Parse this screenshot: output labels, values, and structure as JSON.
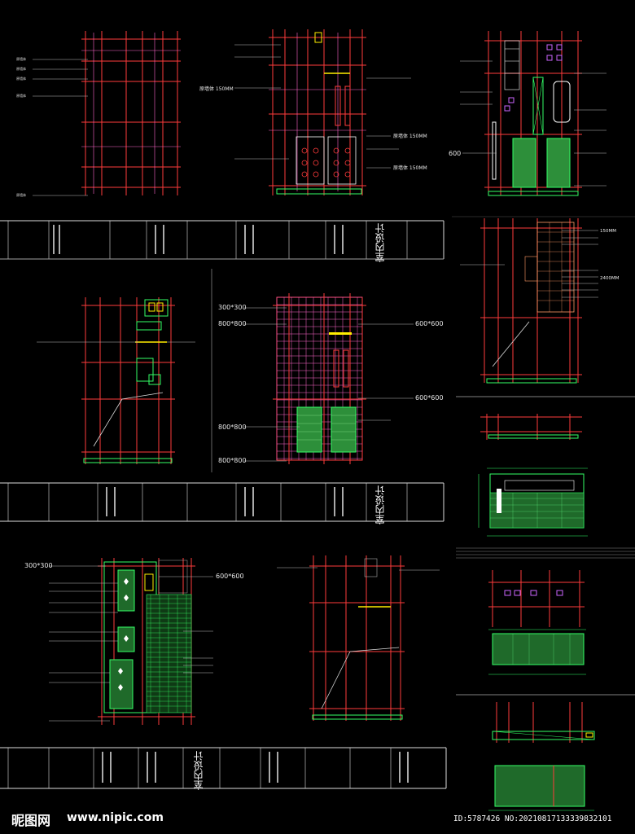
{
  "annotations": {
    "tile_300": "300*300",
    "tile_600": "600*600",
    "tile_800": "800*800",
    "dim_150mm": "150MM",
    "dim_600": "600",
    "dim_2400mm": "2400MM"
  },
  "title_block": {
    "studio": "室内设计"
  },
  "watermark": {
    "site_cn": "昵图网",
    "site_url": "www.nipic.com",
    "image_code": "ID:5787426 NO:20210817133339832101"
  },
  "colors": {
    "wall": "#ff3b3b",
    "grid_pink": "#ff66cc",
    "green": "#33ff66",
    "yellow": "#ffee00",
    "white": "#ffffff"
  }
}
